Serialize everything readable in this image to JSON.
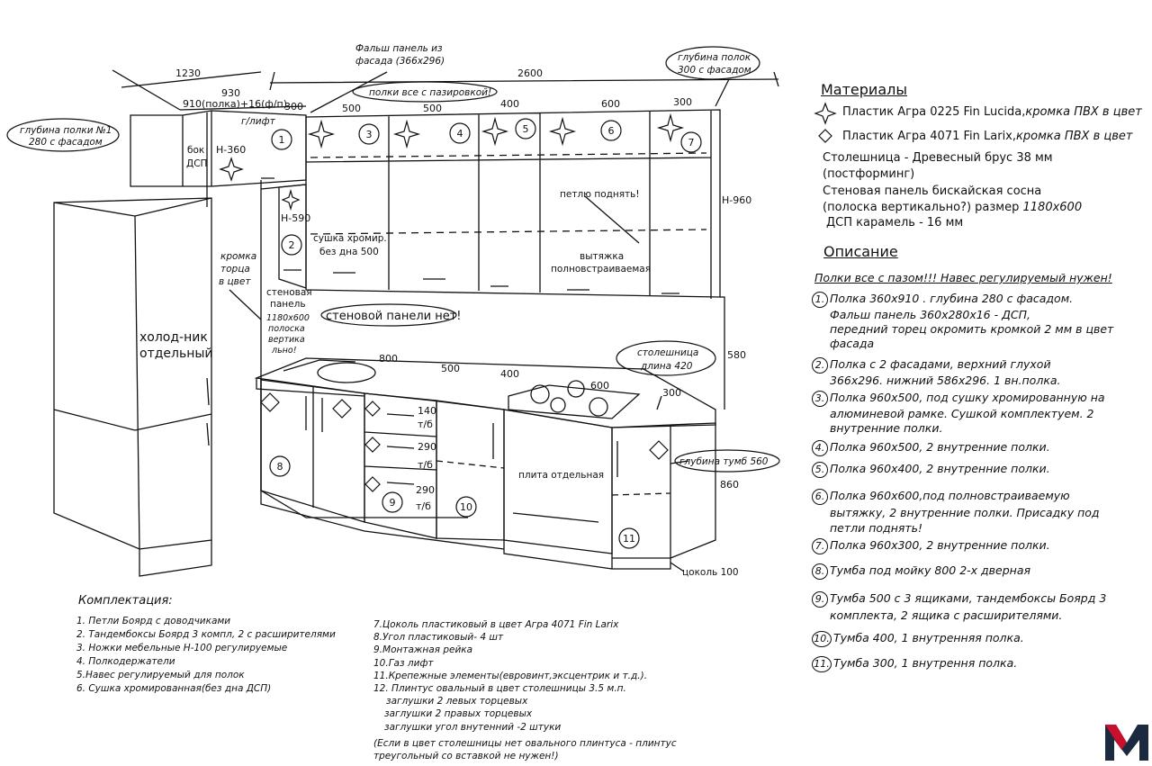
{
  "drawing": {
    "dims": {
      "d1230": "1230",
      "d930": "930",
      "d910": "910(полка)+16(ф/п)",
      "d300a": "300",
      "d2600": "2600",
      "d500a": "500",
      "d500b": "500",
      "d400a": "400",
      "d600a": "600",
      "d300b": "300",
      "h960": "H-960",
      "h360": "H-360",
      "h590": "H-590",
      "d580": "580",
      "d800": "800",
      "d500c": "500",
      "d400b": "400",
      "d600b": "600",
      "d300c": "300",
      "d860": "860",
      "d140": "140",
      "d290a": "290",
      "d290b": "290",
      "tb1": "т/б",
      "tb2": "т/б",
      "tb3": "т/б"
    },
    "notes": {
      "false_panel": [
        "Фальш панель из",
        "фасада (366х296)"
      ],
      "shelves_groove": "полки все с пазировкой!",
      "shelf_depth_top": [
        "глубина полок",
        "300 с фасадом"
      ],
      "shelf_depth_1": [
        "глубина полки №1",
        "280 с фасадом"
      ],
      "gas_lift": "г/лифт",
      "side_dsp": [
        "бок",
        "ДСП"
      ],
      "dryer": [
        "сушка хромир.",
        "без дна 500"
      ],
      "raise_hinge": "петлю поднять!",
      "hood": [
        "вытяжка",
        "полновстраиваемая"
      ],
      "edge": [
        "кромка",
        "торца",
        "в цвет"
      ],
      "wall_panel": [
        "стеновая",
        "панель"
      ],
      "wall_panel_size": [
        "1180х600",
        "полоска",
        "вертика",
        "льно!"
      ],
      "no_wall_panel": "стеновой панели нет!",
      "countertop_len": [
        "столешница",
        "длина 420"
      ],
      "fridge": [
        "холод-ник",
        "отдельный"
      ],
      "stove": "плита отдельная",
      "cabinet_depth": "глубина тумб 560",
      "plinth": "цоколь 100"
    },
    "labels": [
      "1",
      "2",
      "3",
      "4",
      "5",
      "6",
      "7",
      "8",
      "9",
      "10",
      "11"
    ]
  },
  "materials": {
    "title": "Материалы",
    "star_item": "Пластик Агра 0225 Fin Lucida,",
    "star_item_it": "кромка ПВХ в цвет",
    "diamond_item": "Пластик Агра 4071 Fin Larix,",
    "diamond_item_it": "кромка ПВХ в цвет",
    "lines": [
      "Столешница - Древесный брус 38 мм",
      "(постформинг)",
      "Стеновая панель бискайская сосна",
      "(полоска вертикально?) размер",
      "ДСП карамель - 16 мм"
    ],
    "size_it": "1180х600"
  },
  "description": {
    "title": "Описание",
    "note": "Полки все с пазом!!! Навес регулируемый нужен!",
    "items": [
      {
        "n": "1.",
        "lines": [
          "Полка 360х910 . глубина 280 с фасадом.",
          "Фальш панель 360х280х16 - ДСП,",
          "передний торец окромить кромкой 2 мм в цвет",
          "фасада"
        ]
      },
      {
        "n": "2.",
        "lines": [
          "Полка с 2 фасадами, верхний глухой",
          "366х296. нижний 586х296. 1 вн.полка."
        ]
      },
      {
        "n": "3.",
        "lines": [
          "Полка 960х500, под сушку хромированную на",
          "алюминевой рамке. Сушкой комплектуем. 2",
          "внутренние полки."
        ]
      },
      {
        "n": "4.",
        "lines": [
          "Полка 960х500, 2 внутренние полки."
        ]
      },
      {
        "n": "5.",
        "lines": [
          "Полка 960х400, 2 внутренние полки."
        ]
      },
      {
        "n": "6.",
        "lines": [
          "Полка 960х600,под полновстраиваемую",
          "вытяжку, 2 внутренние полки. Присадку под",
          "петли поднять!"
        ]
      },
      {
        "n": "7.",
        "lines": [
          "Полка 960х300, 2 внутренние полки."
        ]
      },
      {
        "n": "8.",
        "lines": [
          "Тумба под мойку 800 2-х дверная"
        ]
      },
      {
        "n": "9.",
        "lines": [
          "Тумба 500 с 3 ящиками, тандембоксы Боярд 3",
          "комплекта, 2 ящика с расширителями."
        ]
      },
      {
        "n": "10.",
        "lines": [
          "Тумба 400, 1 внутренняя полка."
        ]
      },
      {
        "n": "11.",
        "lines": [
          "Тумба 300, 1 внутрення полка."
        ]
      }
    ]
  },
  "kit": {
    "title": "Комплектация:",
    "col1": [
      "1. Петли Боярд с доводчиками",
      "2. Тандембоксы Боярд 3 компл, 2 с расширителями",
      "3. Ножки мебельные Н-100  регулируемые",
      "4. Полкодержатели",
      "5.Навес регулируемый  для полок",
      "6. Сушка хромированная(без дна ДСП)"
    ],
    "col2": [
      "7.Цоколь пластиковый в цвет Агра 4071 Fin Larix",
      "8.Угол пластиковый- 4 шт",
      "9.Монтажная рейка",
      "10.Газ лифт",
      "11.Крепежные элементы(евровинт,эксцентрик и т.д.).",
      "12. Плинтус овальный в цвет столешницы  3.5 м.п.",
      "заглушки 2 левых торцевых",
      "заглушки 2 правых торцевых",
      "заглушки угол внутенний -2  штуки",
      "(Если в цвет столешницы нет овального плинтуса - плинтус",
      "треугольный со вставкой не нужен!)"
    ]
  },
  "logo": {
    "letter": "M",
    "color": "#c8102e",
    "dark": "#1c2a3f"
  }
}
